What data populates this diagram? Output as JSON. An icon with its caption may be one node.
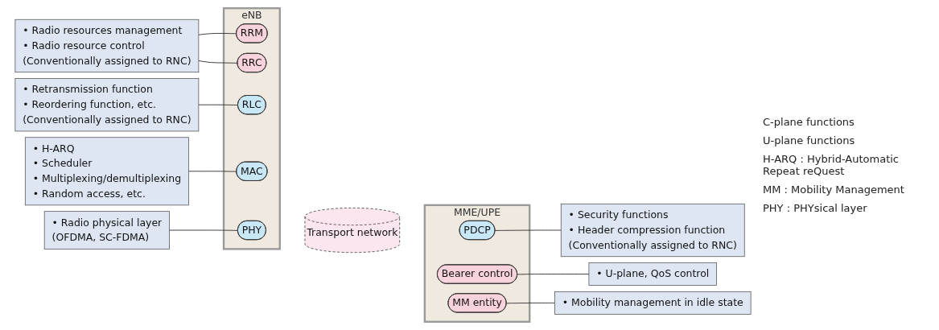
{
  "diagram": {
    "nodes": [
      {
        "text": [
          "• Radio resources management",
          "• Radio resource control",
          "(Conventionally assigned to RNC)"
        ]
      },
      {
        "text": [
          "• Retransmission function",
          "• Reordering function, etc.",
          "(Conventionally assigned to RNC)"
        ]
      },
      {
        "text": [
          "• H-ARQ",
          "• Scheduler",
          "• Multiplexing/demultiplexing",
          "• Random access, etc."
        ]
      },
      {
        "text": [
          "• Radio physical layer",
          "(OFDMA, SC-FDMA)"
        ]
      },
      {
        "text": [
          "eNB"
        ]
      },
      {
        "text": [
          "RRM"
        ],
        "in": 4
      },
      {
        "text": [
          "RRC"
        ],
        "in": 4
      },
      {
        "text": [
          "RLC"
        ],
        "in": 4
      },
      {
        "text": [
          "MAC"
        ],
        "in": 4
      },
      {
        "text": [
          "PHY"
        ],
        "in": 4
      },
      {
        "text": [
          "Transport network"
        ]
      },
      {
        "text": [
          "MME/UPE"
        ]
      },
      {
        "text": [
          "Bearer control"
        ],
        "in": 11
      },
      {
        "text": [
          "MM entity"
        ],
        "in": 11
      },
      {
        "text": [
          "PDCP"
        ],
        "in": 11
      },
      {
        "text": [
          "• U-plane, QoS control"
        ]
      },
      {
        "text": [
          "• Mobility management in idle state"
        ]
      },
      {
        "text": [
          "• Security functions",
          "• Header compression function",
          "(Conventionally assigned to RNC)"
        ]
      }
    ],
    "edges": [
      {
        "from": 0,
        "to": 5,
        "arrow": "none"
      },
      {
        "from": 0,
        "to": 6,
        "arrow": "none"
      },
      {
        "from": 1,
        "to": 7,
        "arrow": "none"
      },
      {
        "from": 2,
        "to": 8,
        "arrow": "none"
      },
      {
        "from": 3,
        "to": 9,
        "arrow": "none"
      },
      {
        "from": 12,
        "to": 15,
        "arrow": "none"
      },
      {
        "from": 13,
        "to": 16,
        "arrow": "none"
      },
      {
        "from": 14,
        "to": 17,
        "arrow": "none"
      }
    ],
    "labels": [
      "C-plane functions",
      "U-plane functions",
      "H-ARQ : Hybrid-Automatic Repeat reQuest",
      "MM : Mobility Management",
      "PHY : PHYsical layer"
    ]
  }
}
